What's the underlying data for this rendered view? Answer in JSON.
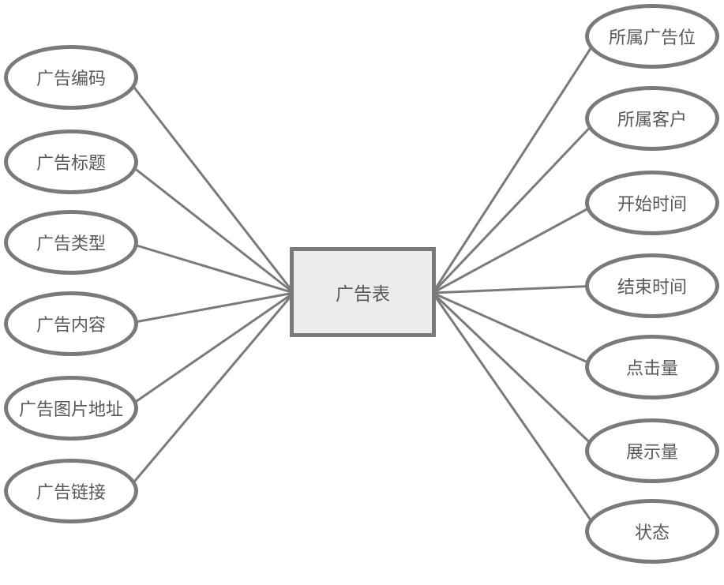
{
  "diagram": {
    "entity": {
      "label": "广告表"
    },
    "left_attributes": [
      {
        "label": "广告编码"
      },
      {
        "label": "广告标题"
      },
      {
        "label": "广告类型"
      },
      {
        "label": "广告内容"
      },
      {
        "label": "广告图片地址"
      },
      {
        "label": "广告链接"
      }
    ],
    "right_attributes": [
      {
        "label": "所属广告位"
      },
      {
        "label": "所属客户"
      },
      {
        "label": "开始时间"
      },
      {
        "label": "结束时间"
      },
      {
        "label": "点击量"
      },
      {
        "label": "展示量"
      },
      {
        "label": "状态"
      }
    ],
    "colors": {
      "shape_stroke": "#7a7a7a",
      "entity_fill": "#ececec",
      "attribute_fill": "#ffffff",
      "text": "#595959",
      "background": "#ffffff"
    }
  }
}
